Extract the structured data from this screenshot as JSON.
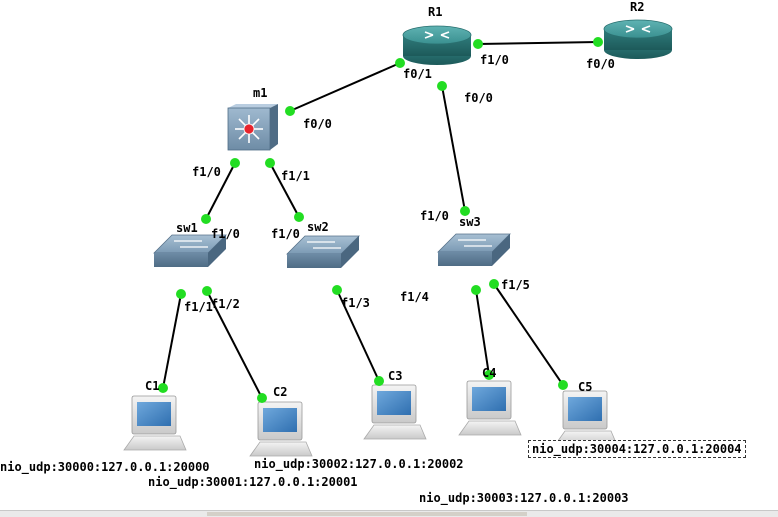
{
  "nodes": {
    "r1": {
      "name": "R1"
    },
    "r2": {
      "name": "R2"
    },
    "m1": {
      "name": "m1"
    },
    "sw1": {
      "name": "sw1"
    },
    "sw2": {
      "name": "sw2"
    },
    "sw3": {
      "name": "sw3"
    },
    "c1": {
      "name": "C1"
    },
    "c2": {
      "name": "C2"
    },
    "c3": {
      "name": "C3"
    },
    "c4": {
      "name": "C4"
    },
    "c5": {
      "name": "C5"
    }
  },
  "ports": {
    "r1_f0_1": "f0/1",
    "r1_f1_0": "f1/0",
    "r1_f0_0": "f0/0",
    "r2_f0_0": "f0/0",
    "m1_f0_0": "f0/0",
    "m1_f1_0": "f1/0",
    "m1_f1_1": "f1/1",
    "sw1_f1_0": "f1/0",
    "sw1_f1_1": "f1/1",
    "sw1_f1_2": "f1/2",
    "sw2_f1_0": "f1/0",
    "sw2_f1_3": "f1/3",
    "sw3_f1_0": "f1/0",
    "sw3_f1_4": "f1/4",
    "sw3_f1_5": "f1/5"
  },
  "nio": {
    "c1": "nio_udp:30000:127.0.0.1:20000",
    "c2": "nio_udp:30001:127.0.0.1:20001",
    "c3": "nio_udp:30002:127.0.0.1:20002",
    "c4": "nio_udp:30003:127.0.0.1:20003",
    "c5": "nio_udp:30004:127.0.0.1:20004"
  },
  "colors": {
    "link": "#000000",
    "port_dot": "#22dd22",
    "router": "#2e8b8b",
    "switch": "#6f8fa8"
  }
}
